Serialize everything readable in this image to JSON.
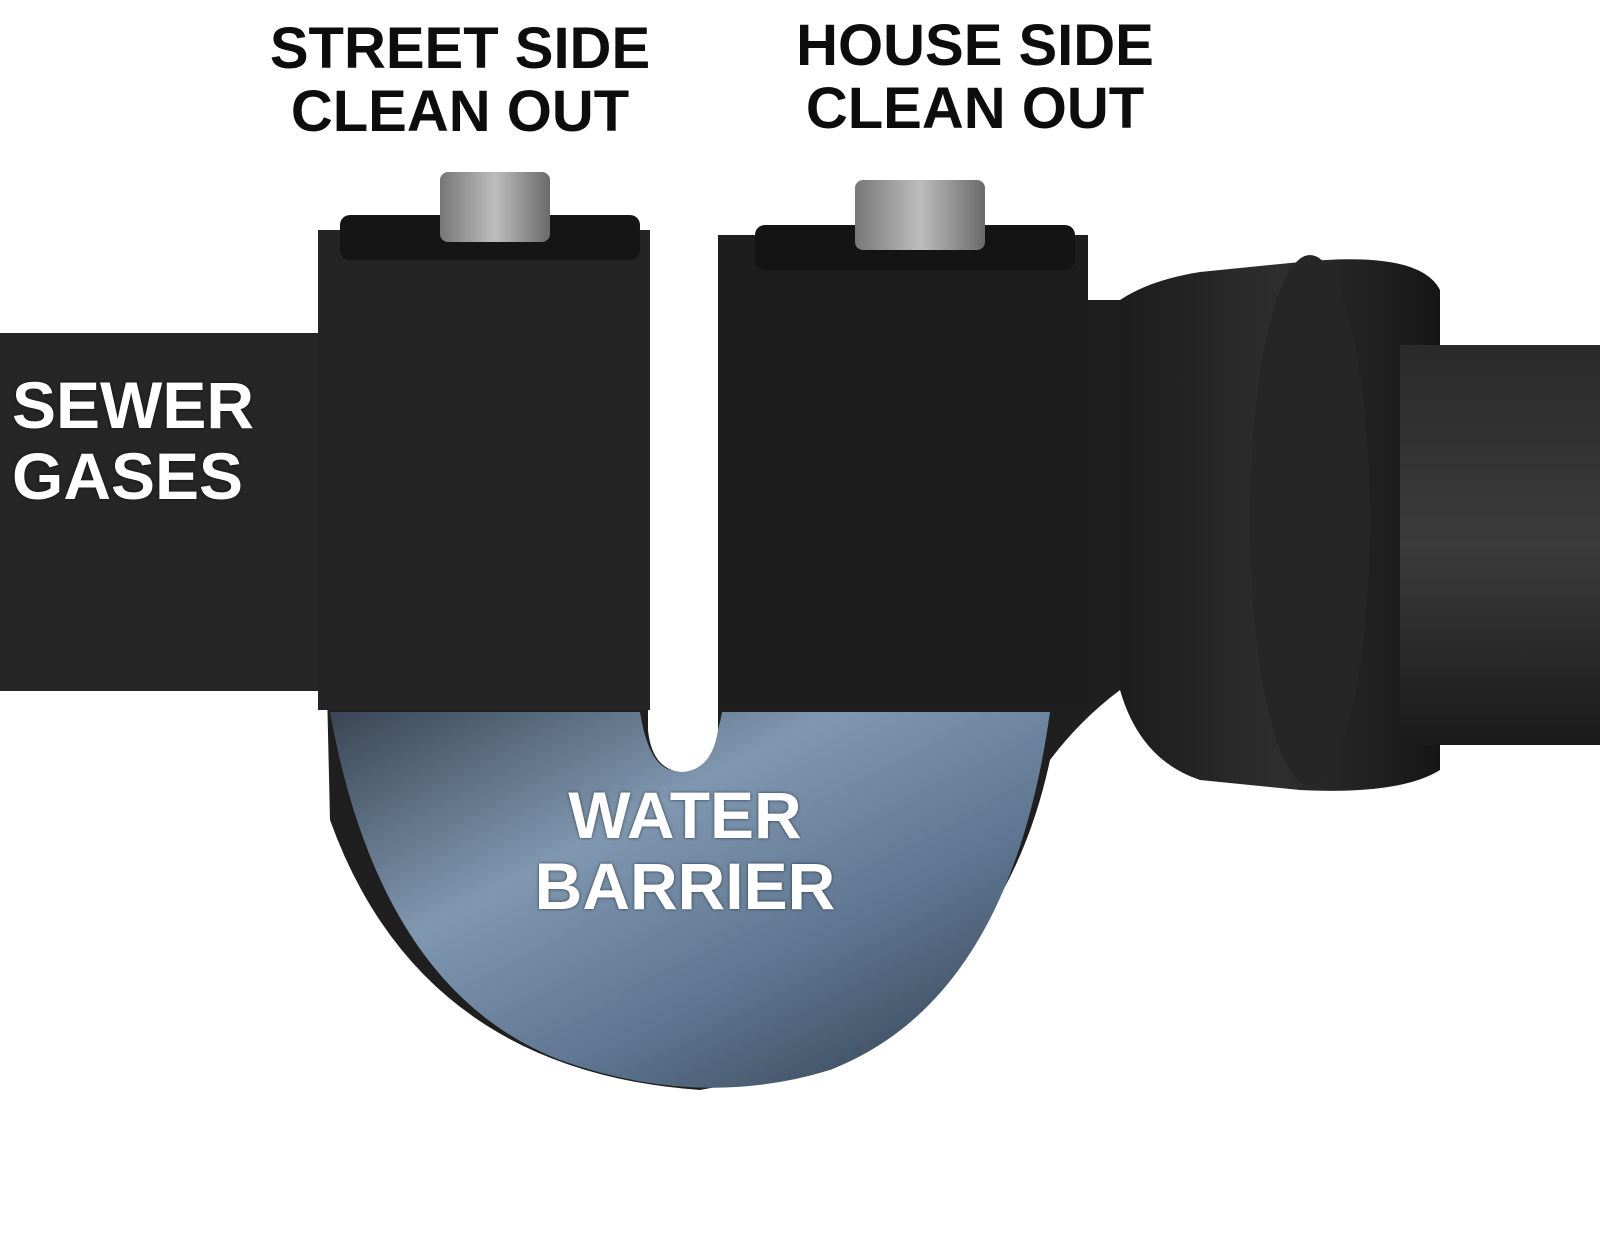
{
  "labels": {
    "street_cleanout": {
      "line1": "STREET SIDE",
      "line2": "CLEAN OUT"
    },
    "house_cleanout": {
      "line1": "HOUSE SIDE",
      "line2": "CLEAN OUT"
    },
    "sewer_gases": {
      "line1": "SEWER",
      "line2": "GASES"
    },
    "water_barrier": {
      "line1": "WATER",
      "line2": "BARRIER"
    }
  },
  "colors": {
    "pipe": "#1e1e1e",
    "water": "#6f86a0",
    "background": "#ffffff",
    "label_dark": "#0d0d0d",
    "label_light": "#ffffff"
  }
}
